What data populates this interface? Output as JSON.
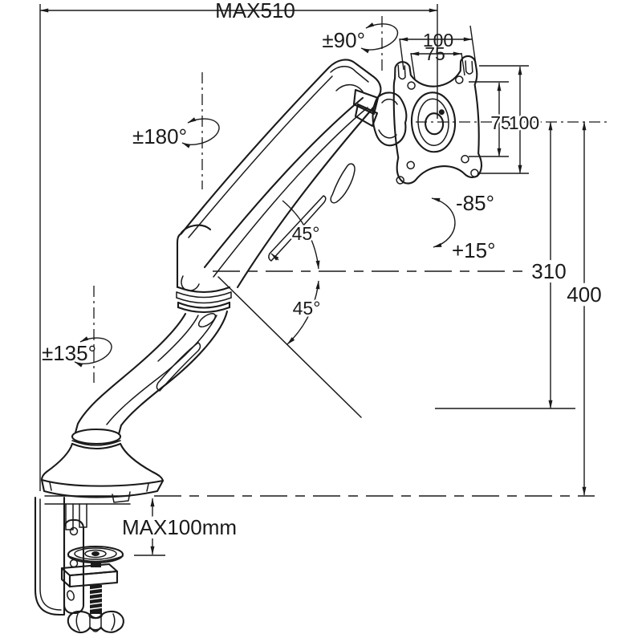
{
  "colors": {
    "line": "#1a1a1a",
    "background": "#ffffff"
  },
  "labels": {
    "max_reach": "MAX510",
    "vesa_width_outer": "100",
    "vesa_width_inner": "75",
    "vesa_height_inner": "75",
    "vesa_height_outer": "100",
    "head_rotation": "±90°",
    "elbow_rotation": "±180°",
    "base_rotation": "±135°",
    "tilt_up": "-85°",
    "tilt_down": "+15°",
    "arm_angle_upper": "45°",
    "arm_angle_lower": "45°",
    "height_range": "310",
    "height_total": "400",
    "clamp_capacity": "MAX100mm"
  }
}
